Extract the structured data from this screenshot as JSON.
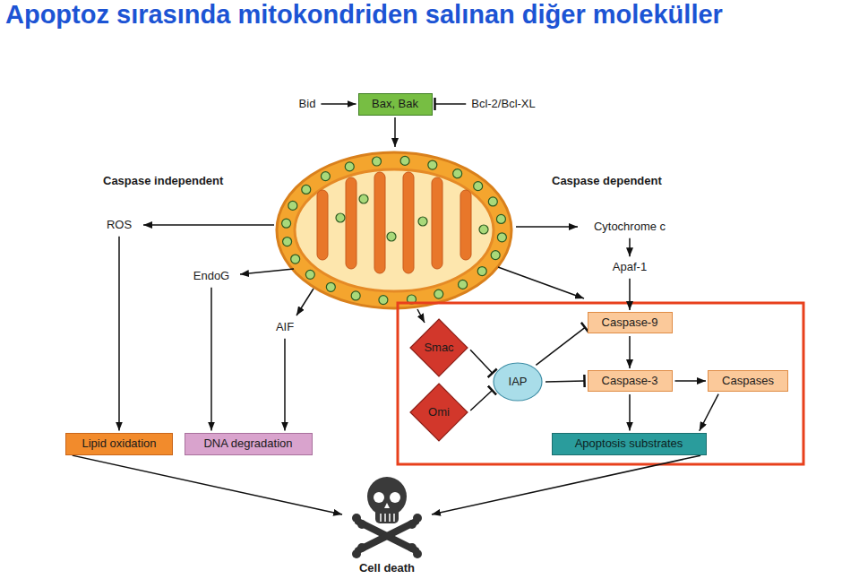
{
  "diagram": {
    "title": "Apoptoz sırasında mitokondriden salınan diğer moleküller",
    "nodes": [
      {
        "text": [
          "Bid"
        ]
      },
      {
        "text": [
          "Bax, Bak"
        ]
      },
      {
        "text": [
          "Bcl-2/Bcl-XL"
        ]
      },
      {
        "text": [
          "ROS"
        ]
      },
      {
        "text": [
          "Cytochrome c"
        ]
      },
      {
        "text": [
          "EndoG"
        ]
      },
      {
        "text": [
          "Apaf-1"
        ]
      },
      {
        "text": [
          "AIF"
        ]
      },
      {
        "text": [
          "Smac"
        ]
      },
      {
        "text": [
          "Caspase-9"
        ]
      },
      {
        "text": [
          "IAP"
        ]
      },
      {
        "text": [
          "Caspase-3"
        ]
      },
      {
        "text": [
          "Caspases"
        ]
      },
      {
        "text": [
          "Omi"
        ]
      },
      {
        "text": [
          "Lipid oxidation"
        ]
      },
      {
        "text": [
          "DNA degradation"
        ]
      },
      {
        "text": [
          "Apoptosis substrates"
        ]
      },
      {
        "text": [
          "Cell death"
        ]
      }
    ],
    "edges": [
      {
        "from": 0,
        "to": 1,
        "arrow": "to"
      },
      {
        "from": 2,
        "to": 1,
        "arrow": "to"
      },
      {
        "from": 3,
        "to": 14,
        "arrow": "to"
      },
      {
        "from": 5,
        "to": 15,
        "arrow": "to"
      },
      {
        "from": 7,
        "to": 15,
        "arrow": "to"
      },
      {
        "from": 4,
        "to": 6,
        "arrow": "to"
      },
      {
        "from": 6,
        "to": 9,
        "arrow": "to"
      },
      {
        "from": 8,
        "to": 10,
        "arrow": "to"
      },
      {
        "from": 13,
        "to": 10,
        "arrow": "to"
      },
      {
        "from": 10,
        "to": 9,
        "arrow": "to"
      },
      {
        "from": 10,
        "to": 11,
        "arrow": "to"
      },
      {
        "from": 9,
        "to": 11,
        "arrow": "to"
      },
      {
        "from": 11,
        "to": 12,
        "arrow": "to"
      },
      {
        "from": 11,
        "to": 16,
        "arrow": "to"
      },
      {
        "from": 12,
        "to": 16,
        "arrow": "to"
      },
      {
        "from": 14,
        "to": 17,
        "arrow": "to"
      },
      {
        "from": 16,
        "to": 17,
        "arrow": "to"
      }
    ],
    "labels": [
      "Caspase independent",
      "Caspase dependent"
    ]
  }
}
